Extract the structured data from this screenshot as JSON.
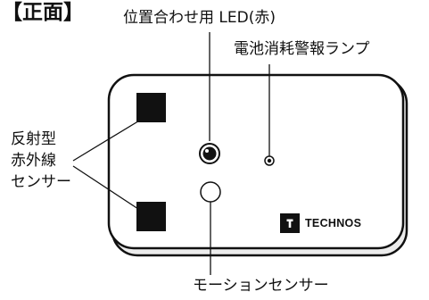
{
  "heading": "【正面】",
  "labels": {
    "led": "位置合わせ用 LED(赤)",
    "battery_lamp": "電池消耗警報ランプ",
    "ir_sensor": [
      "反射型",
      "赤外線",
      "センサー"
    ],
    "motion_sensor": "モーションセンサー"
  },
  "brand": {
    "name": "TECHNOS",
    "logo": "technos-logo-icon"
  },
  "colors": {
    "device_body": "#ffffff",
    "device_shadow": "#ececec",
    "outline": "#111111",
    "sensor_fill": "#111111"
  }
}
